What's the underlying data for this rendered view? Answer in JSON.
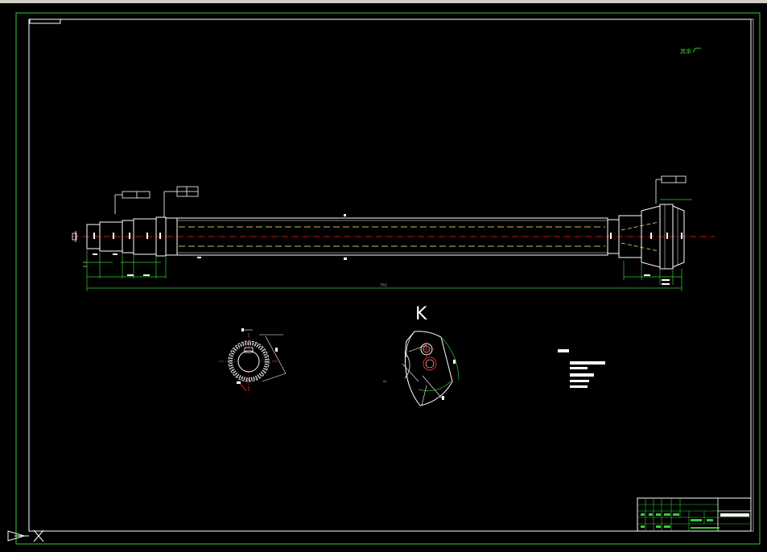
{
  "app": {
    "background": "#000000",
    "frame_color": "#33cc33",
    "geometry_color": "#ffffff",
    "centerline_color": "#ff2020",
    "hidden_line_color": "#ffff66",
    "dimension_color": "#33cc33"
  },
  "drawing": {
    "section_view_label": "K",
    "overall_length_label": "761",
    "corner_note": "其余",
    "icons": {
      "ucs": "ucs-icon",
      "cursor": "crosshair-cursor-icon"
    }
  }
}
